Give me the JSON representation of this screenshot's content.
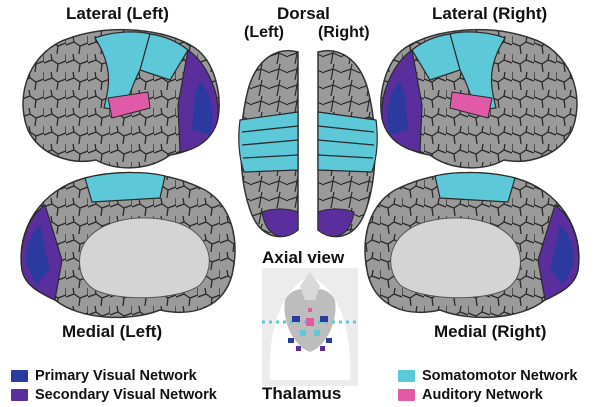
{
  "labels": {
    "lateral_left": "Lateral (Left)",
    "dorsal": "Dorsal",
    "dorsal_left": "(Left)",
    "dorsal_right": "(Right)",
    "lateral_right": "Lateral (Right)",
    "medial_left": "Medial (Left)",
    "medial_right": "Medial (Right)",
    "axial_view": "Axial view",
    "thalamus": "Thalamus"
  },
  "legend": [
    {
      "name": "Primary Visual Network",
      "color": "#2b3a9e"
    },
    {
      "name": "Secondary Visual Network",
      "color": "#5a2e9c"
    },
    {
      "name": "Somatomotor Network",
      "color": "#5cc8d8"
    },
    {
      "name": "Auditory Network",
      "color": "#e05aa8"
    }
  ],
  "colors": {
    "cortex": "#9a9a9a",
    "medial_wall": "#d4d4d4",
    "parcel_border": "#2a2a2a",
    "primary_visual": "#2b3a9e",
    "secondary_visual": "#5a2e9c",
    "somatomotor": "#5cc8d8",
    "auditory": "#e05aa8"
  }
}
